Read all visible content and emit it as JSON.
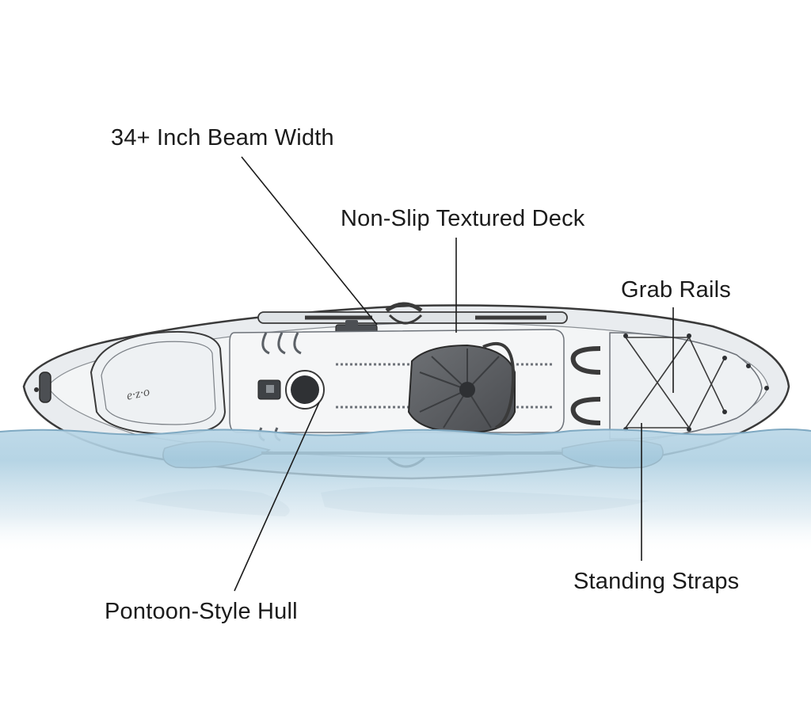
{
  "callouts": {
    "beam_width": "34+ Inch Beam Width",
    "deck": "Non-Slip Textured Deck",
    "grab_rails": "Grab Rails",
    "hull": "Pontoon-Style Hull",
    "standing_straps": "Standing Straps"
  },
  "colors": {
    "kayak_body": "#e9ecef",
    "kayak_outline": "#3a3a3a",
    "deck_panel": "#f6f7f8",
    "seat": "#5a5c60",
    "water_top": "#cfe3ee",
    "water_mid": "#9ec5db",
    "water_deep": "#ffffff",
    "label_text": "#1b1b1b"
  },
  "icons": [
    "paddle-icon",
    "hatch-icon",
    "bungee-cord-icon",
    "handle-icon",
    "rod-holder-icon",
    "seat-icon"
  ]
}
